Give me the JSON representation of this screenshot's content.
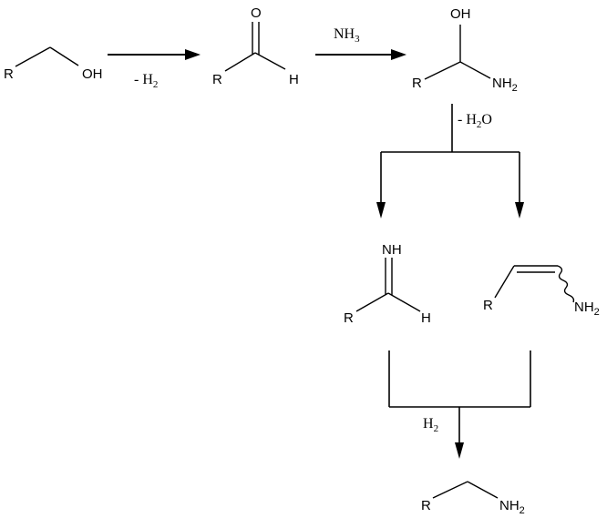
{
  "molecules": {
    "alcohol": {
      "r": "R",
      "oh": "OH"
    },
    "aldehyde": {
      "o": "O",
      "r": "R",
      "h": "H"
    },
    "hemiaminal": {
      "oh": "OH",
      "r": "R",
      "n": "NH",
      "n_sub": "2"
    },
    "imine": {
      "nh": "NH",
      "r": "R",
      "h": "H"
    },
    "enamine": {
      "r": "R",
      "n": "NH",
      "n_sub": "2"
    },
    "amine": {
      "r": "R",
      "n": "NH",
      "n_sub": "2"
    }
  },
  "reagents": {
    "step1": {
      "text": "- H",
      "sub": "2"
    },
    "step2": {
      "text": "NH",
      "sub": "3"
    },
    "step3": {
      "text": "- H",
      "sub": "2",
      "tail": "O"
    },
    "step4": {
      "text": "H",
      "sub": "2"
    }
  }
}
